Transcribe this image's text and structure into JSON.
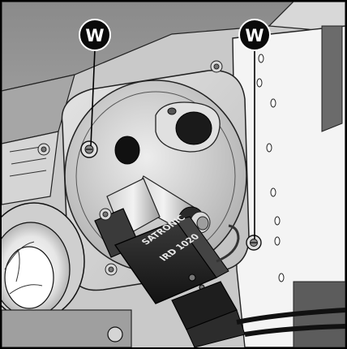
{
  "callouts": [
    {
      "id": "left",
      "letter": "W"
    },
    {
      "id": "right",
      "letter": "W"
    }
  ],
  "device_label": {
    "brand": "SATRONIC",
    "model": "IRD 1020"
  },
  "colors": {
    "callout_fill": "#0a0a0a",
    "callout_text": "#ffffff",
    "housing_light": "#dcdcdc",
    "housing_mid": "#b8b8b8",
    "housing_dark": "#6a6a6a",
    "sensor_body": "#222222"
  }
}
